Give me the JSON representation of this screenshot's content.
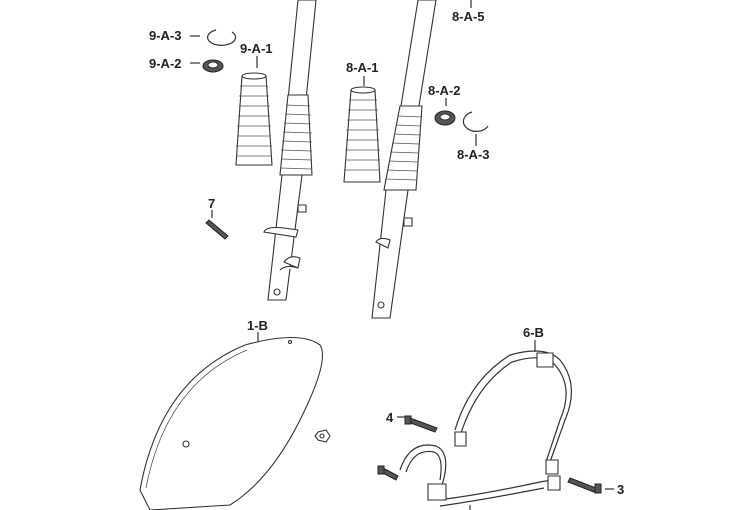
{
  "callouts": {
    "9a3": "9-A-3",
    "9a2": "9-A-2",
    "9a1": "9-A-1",
    "8a1": "8-A-1",
    "8a5": "8-A-5",
    "8a2": "8-A-2",
    "8a3": "8-A-3",
    "p7": "7",
    "p1b": "1-B",
    "p6b": "6-B",
    "p4": "4",
    "p3": "3"
  }
}
